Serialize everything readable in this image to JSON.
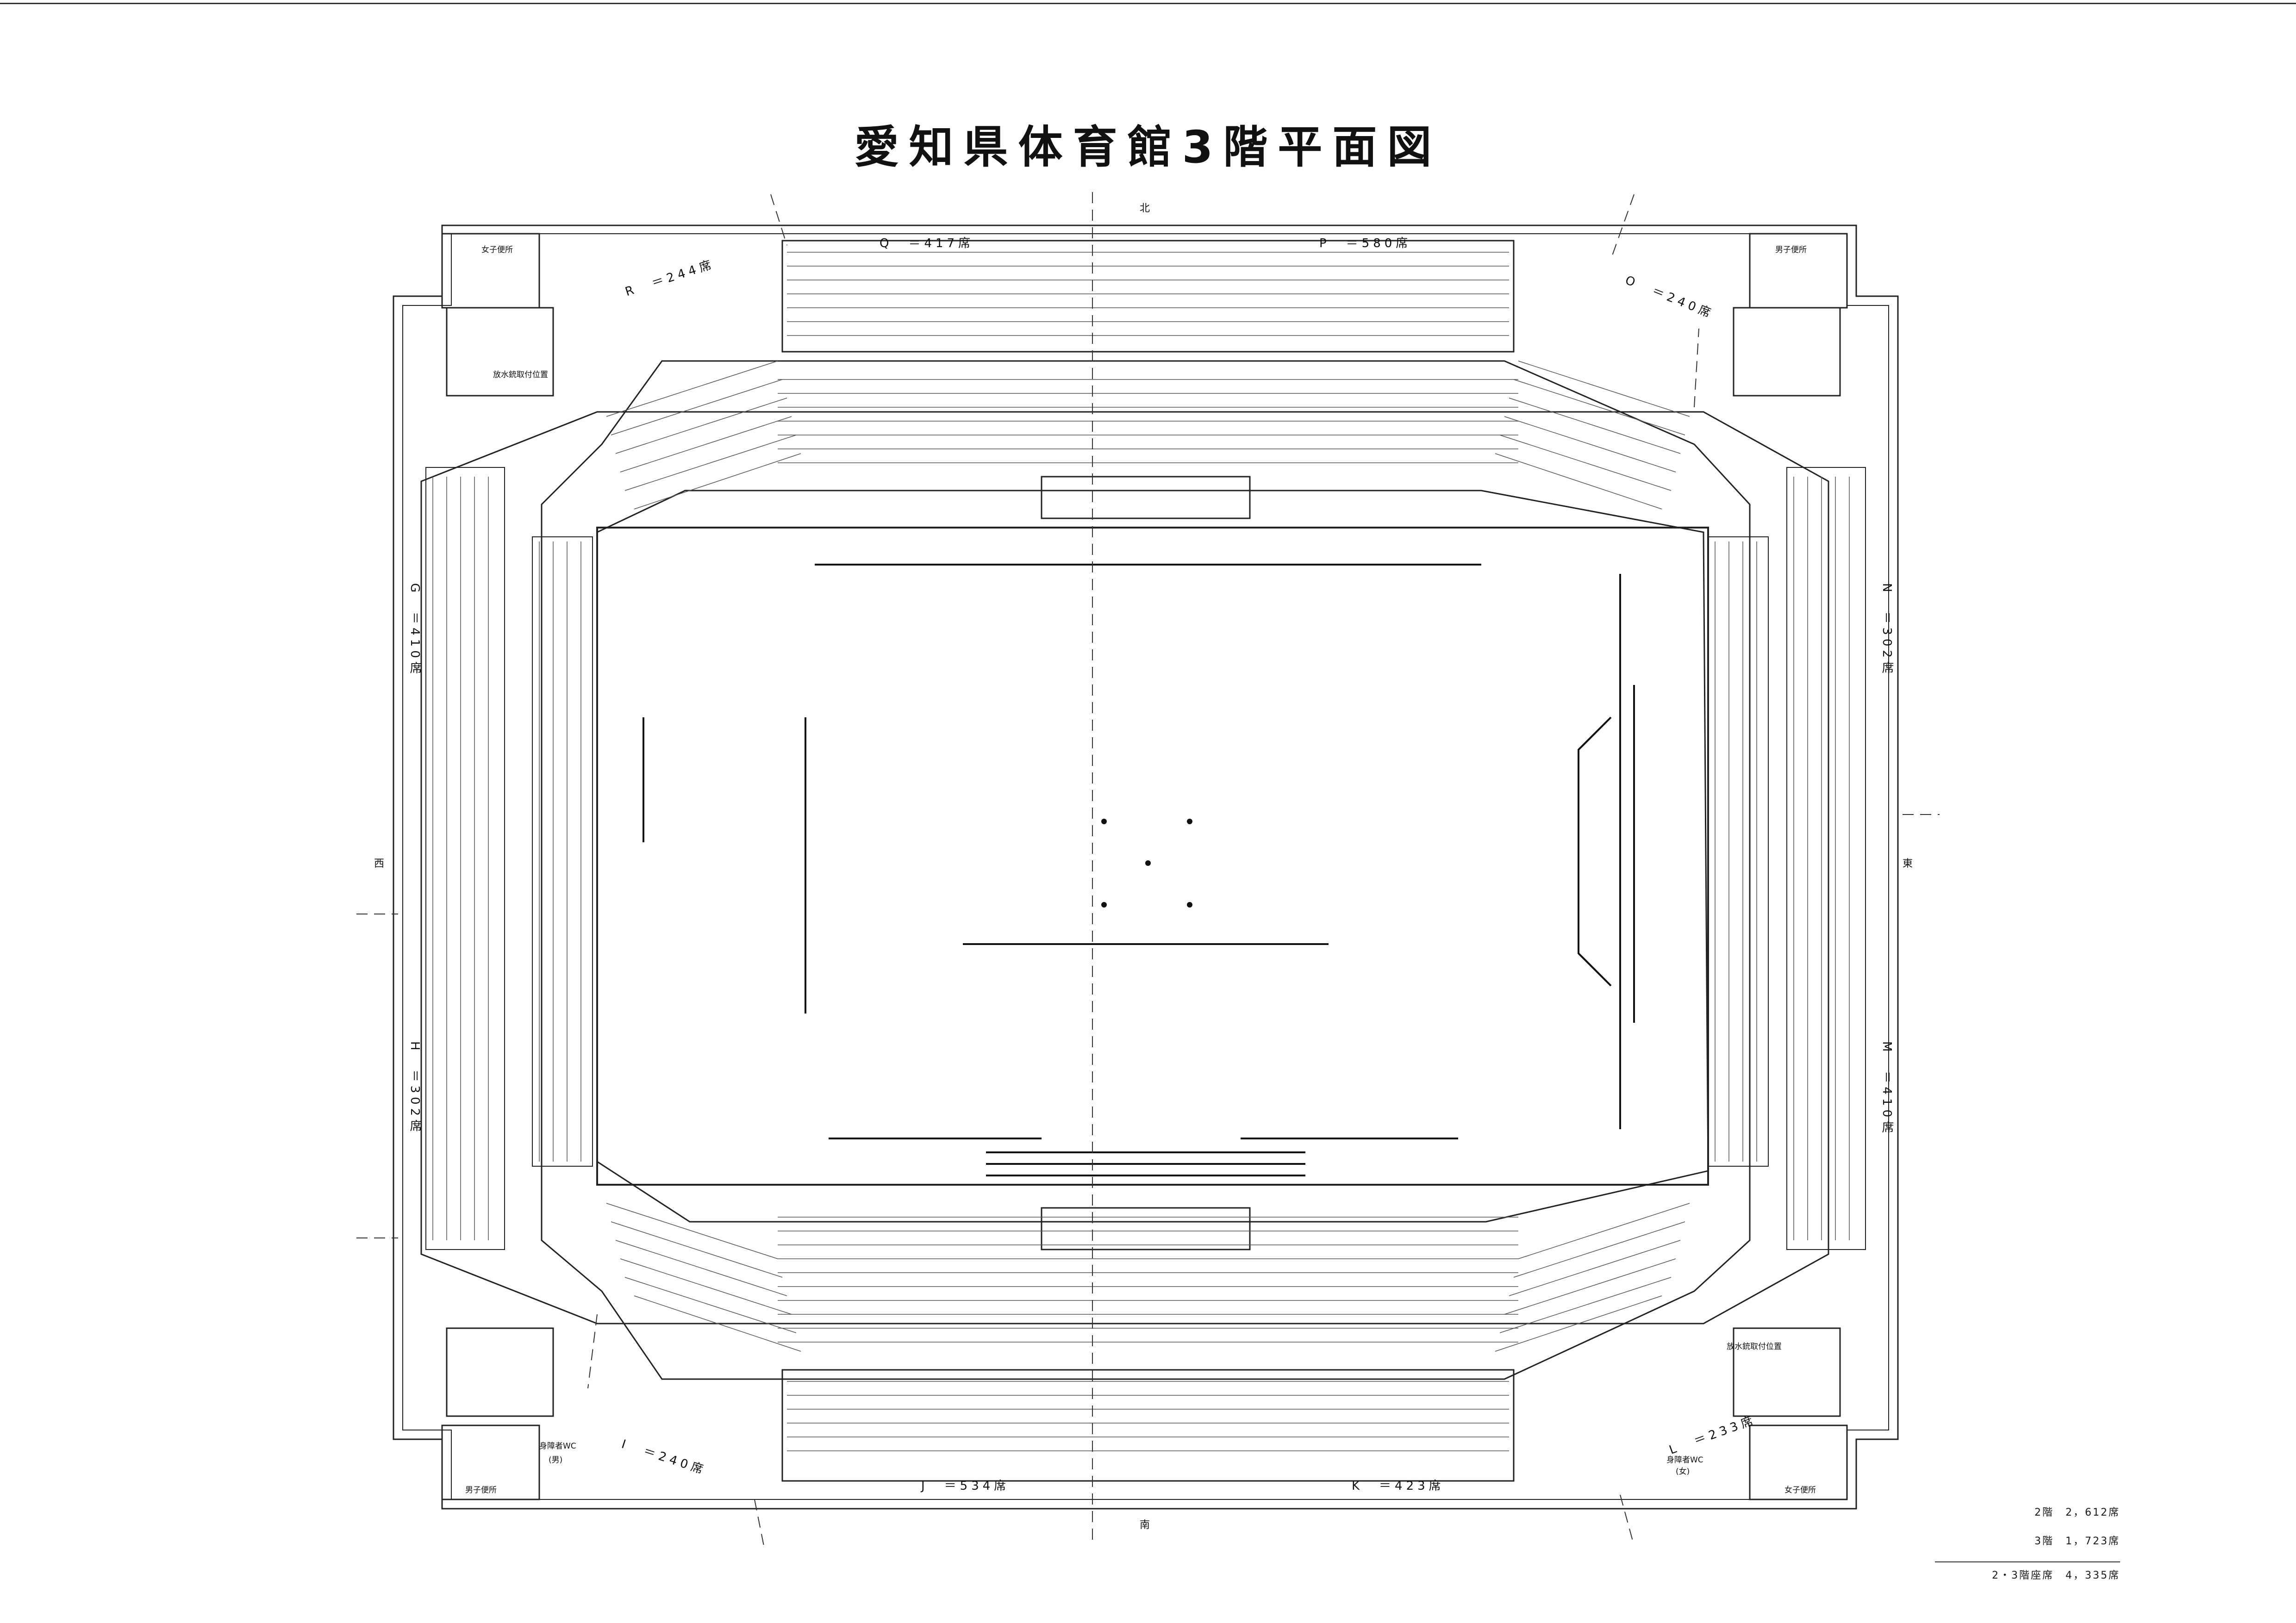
{
  "title": "愛知県体育館3階平面図",
  "directions": {
    "north": "北",
    "south": "南",
    "west": "西",
    "east": "東"
  },
  "sections": {
    "Q": "Q　＝417席",
    "P": "P　＝580席",
    "R": "R　＝244席",
    "O": "O　＝240席",
    "G": "G　＝410席",
    "H": "H　＝302席",
    "N": "N　＝302席",
    "M": "M　＝410席",
    "I": "I　＝240席",
    "J": "J　＝534席",
    "K": "K　＝423席",
    "L": "L　＝233席"
  },
  "facilities": {
    "womens_toilet_nw": "女子便所",
    "mens_toilet_ne": "男子便所",
    "mens_toilet_sw": "男子便所",
    "womens_toilet_se": "女子便所",
    "hydrant_nw": "放水銃取付位置",
    "hydrant_se": "放水銃取付位置",
    "accessible_wc_sw": "身障者WC",
    "accessible_wc_sw_sub": "(男)",
    "accessible_wc_se": "身障者WC",
    "accessible_wc_se_sub": "(女)"
  },
  "seat_totals": {
    "floor2": "2階　2，612席",
    "floor3": "3階　1，723席",
    "total": "2・3階座席　4，335席"
  }
}
